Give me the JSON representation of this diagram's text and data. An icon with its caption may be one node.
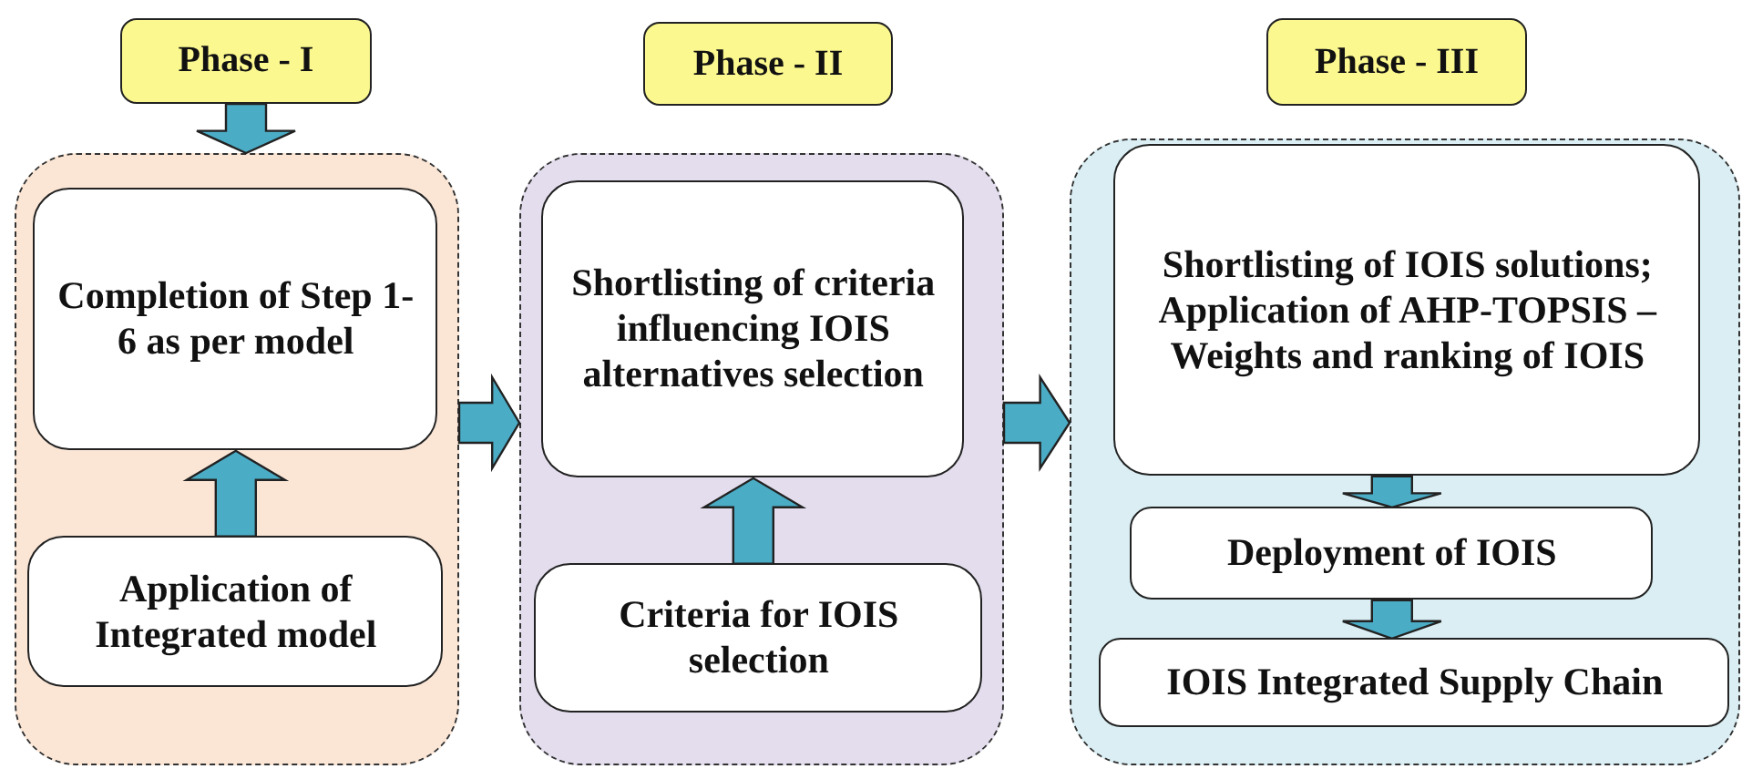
{
  "diagram": {
    "nodes": [
      {
        "text": [
          "Phase - I"
        ]
      },
      {
        "text": [
          "Phase - II"
        ]
      },
      {
        "text": [
          "Phase - III"
        ]
      },
      {
        "text": [],
        "shape": "box"
      },
      {
        "text": [
          "Completion of Step 1-6 as per model"
        ],
        "in": 3
      },
      {
        "text": [
          "Application of Integrated model"
        ],
        "in": 3
      },
      {
        "text": [],
        "shape": "box"
      },
      {
        "text": [
          "Shortlisting of criteria influencing IOIS alternatives selection"
        ],
        "in": 6
      },
      {
        "text": [
          "Criteria for IOIS selection"
        ],
        "in": 6
      },
      {
        "text": [],
        "shape": "box"
      },
      {
        "text": [
          "Shortlisting of IOIS solutions; Application of AHP-TOPSIS – Weights and ranking of IOIS"
        ],
        "in": 9
      },
      {
        "text": [
          "Deployment of IOIS"
        ],
        "in": 9
      },
      {
        "text": [
          "IOIS Integrated Supply Chain"
        ],
        "in": 9
      }
    ],
    "edges": [
      {
        "from": 0,
        "to": 3,
        "arrow": "to"
      },
      {
        "from": 5,
        "to": 4,
        "arrow": "to"
      },
      {
        "from": 3,
        "to": 6,
        "arrow": "to"
      },
      {
        "from": 8,
        "to": 7,
        "arrow": "to"
      },
      {
        "from": 6,
        "to": 9,
        "arrow": "to"
      },
      {
        "from": 10,
        "to": 11,
        "arrow": "to"
      },
      {
        "from": 11,
        "to": 12,
        "arrow": "to"
      }
    ]
  }
}
